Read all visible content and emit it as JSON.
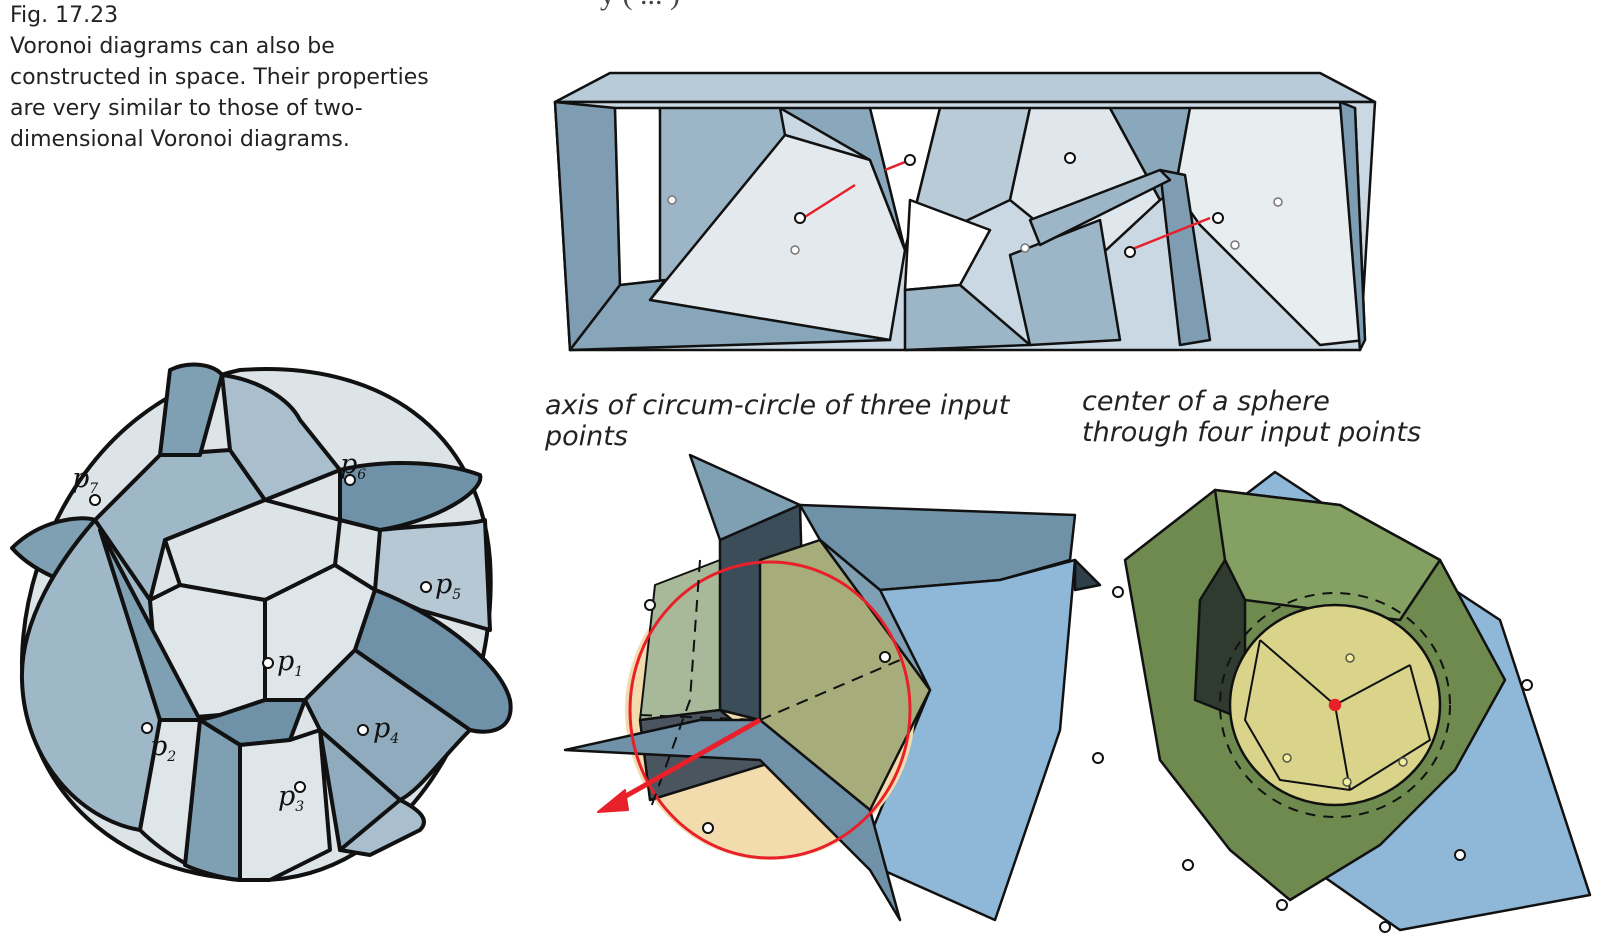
{
  "caption": {
    "figure_number": "Fig. 17.23",
    "lines": [
      "Voronoi diagrams can also be",
      "constructed in space. Their properties",
      "are very similar to those of two-",
      "dimensional Voronoi diagrams."
    ]
  },
  "top_cut_text": "y (       ...     )",
  "labels": {
    "axis_label_line1": "axis of circum-circle of three input",
    "axis_label_line2": "points",
    "sphere_label_line1": "center of a sphere",
    "sphere_label_line2": "through four input points"
  },
  "points": [
    {
      "base": "p",
      "sub": "1"
    },
    {
      "base": "p",
      "sub": "2"
    },
    {
      "base": "p",
      "sub": "3"
    },
    {
      "base": "p",
      "sub": "4"
    },
    {
      "base": "p",
      "sub": "5"
    },
    {
      "base": "p",
      "sub": "6"
    },
    {
      "base": "p",
      "sub": "7"
    }
  ],
  "colors": {
    "cell_dark": "#6f92a8",
    "cell_mid": "#9fb9c9",
    "cell_light": "#dfe6ea",
    "cell_blue": "#8fb8d8",
    "green": "#6e8a4e",
    "sphere": "#d9d48a",
    "circle": "#e8202a",
    "outline": "#111111"
  }
}
